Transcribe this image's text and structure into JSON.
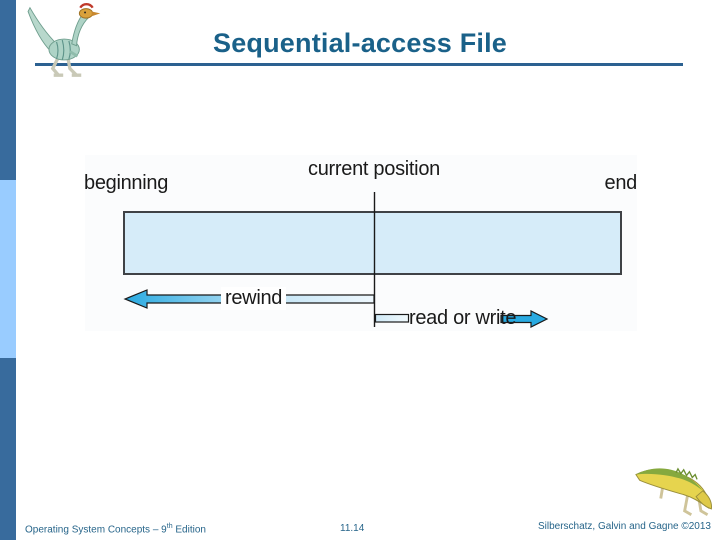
{
  "slide": {
    "title": "Sequential-access File",
    "page_number": "11.14",
    "footer_left": {
      "prefix": "Operating System Concepts – 9",
      "sup": "th",
      "suffix": " Edition"
    },
    "footer_right": "Silberschatz, Galvin and Gagne ©2013"
  },
  "diagram": {
    "label_beginning": "beginning",
    "label_current_position": "current position",
    "label_end": "end",
    "label_rewind": "rewind",
    "label_read_or_write": "read or write"
  },
  "icons": {
    "header_dinosaur": "dinosaur-logo",
    "footer_dinosaur": "dinosaur-mascot"
  },
  "colors": {
    "title_text": "#1a6189",
    "title_rule": "#2c6191",
    "sidebar_dark": "#386b9d",
    "sidebar_light": "#99ccff",
    "file_fill": "#d6ecf9",
    "file_border": "#3f4246",
    "arrow_solid": "#29aae1",
    "arrow_light": "#eef7fd",
    "diagram_text": "#1a1a1a",
    "footer_text": "#27658a"
  }
}
